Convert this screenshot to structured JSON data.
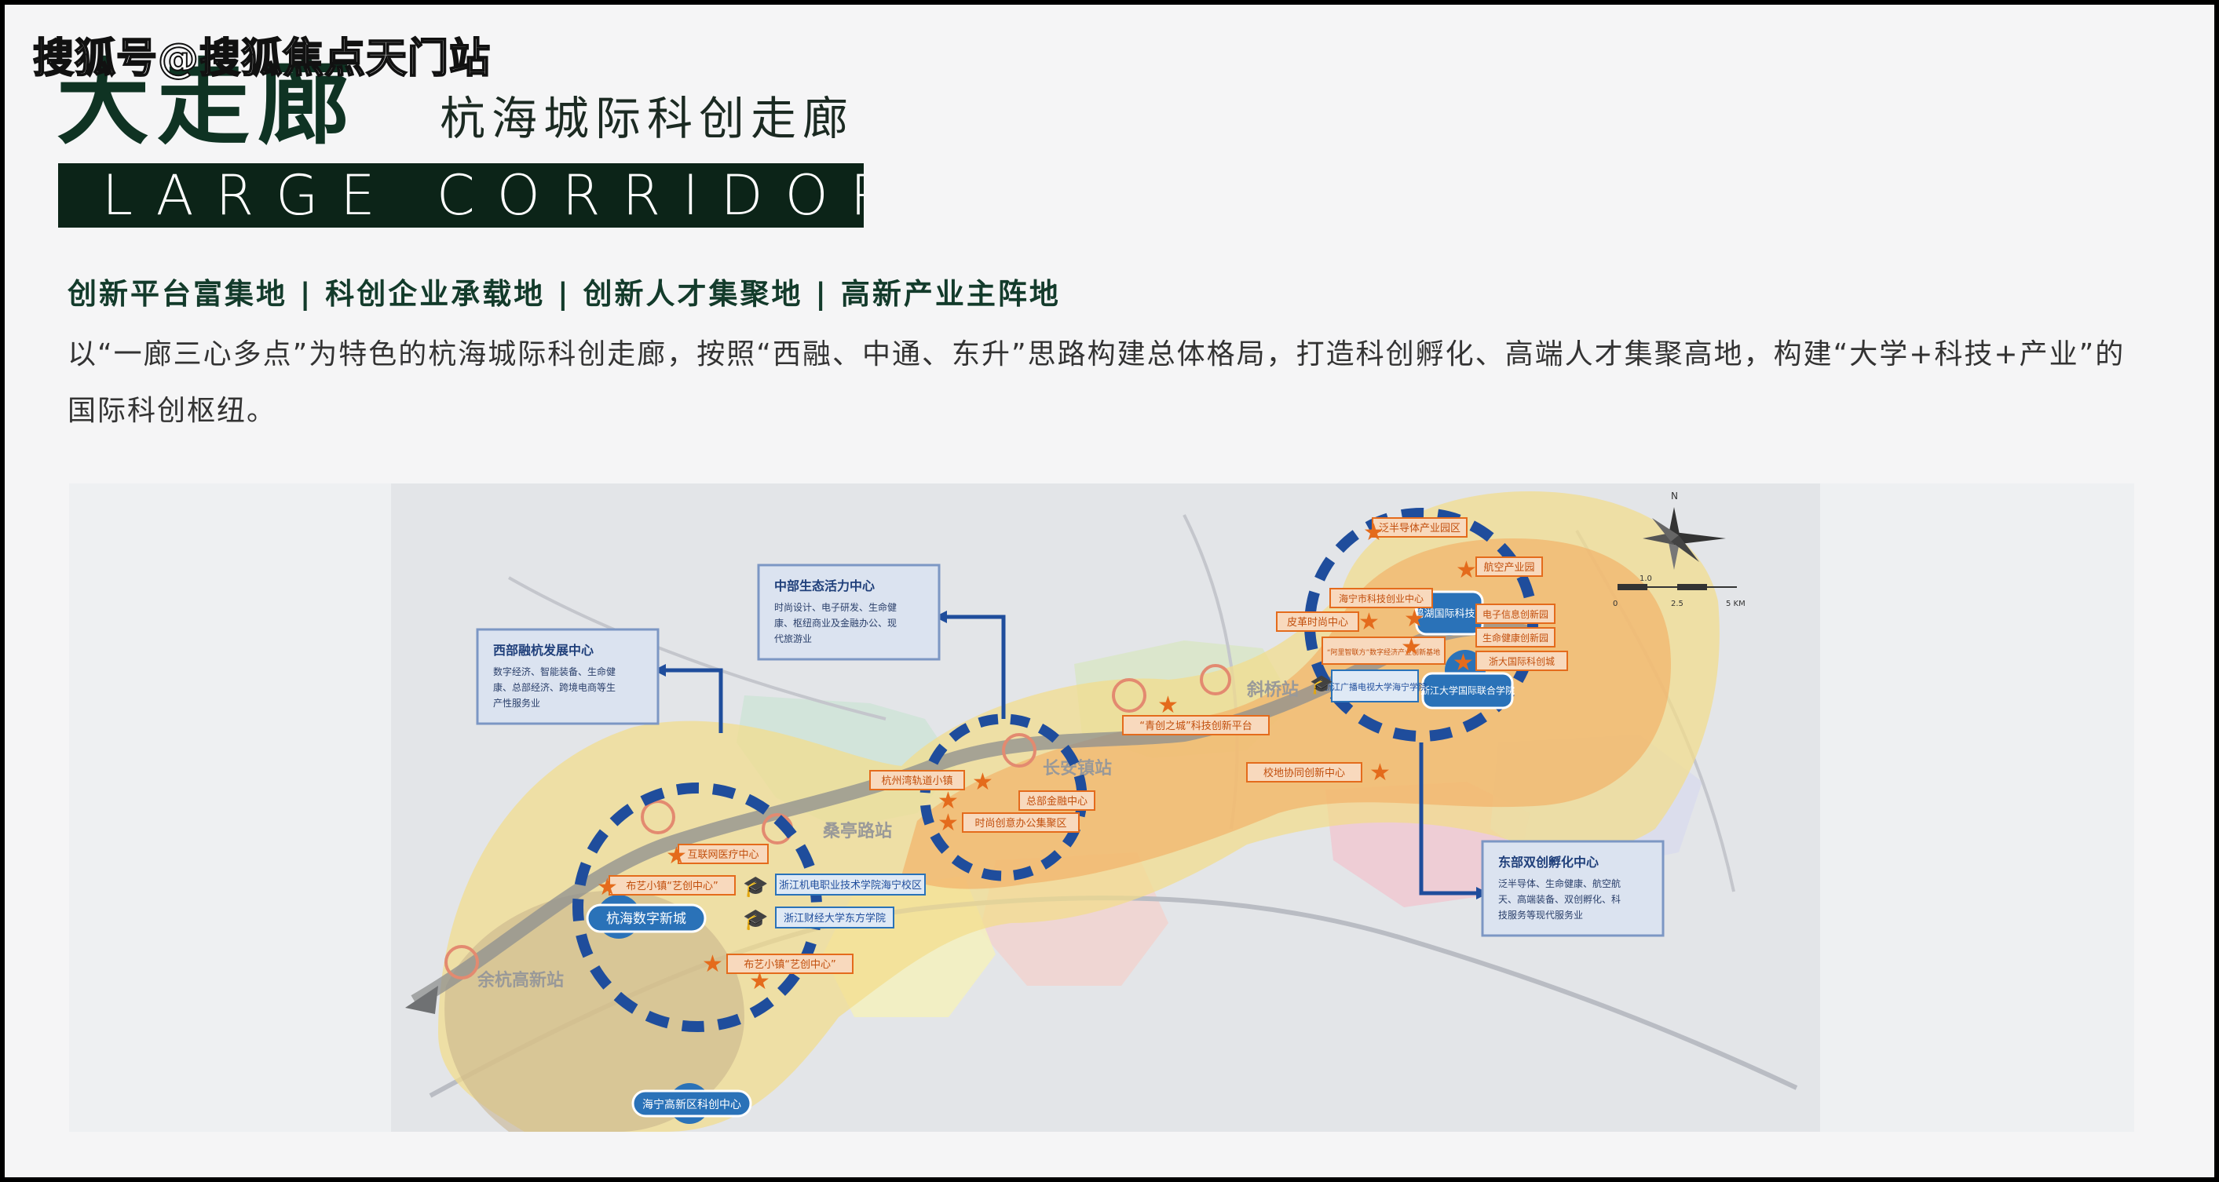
{
  "watermark": "搜狐号@搜狐焦点天门站",
  "header": {
    "title_cn": "大走廊",
    "subtitle_cn": "杭海城际科创走廊",
    "title_en": "LARGE CORRIDOR"
  },
  "tagline": "创新平台富集地 | 科创企业承载地 | 创新人才集聚地 | 高新产业主阵地",
  "description": "以“一廊三心多点”为特色的杭海城际科创走廊，按照“西融、中通、东升”思路构建总体格局，打造科创孵化、高端人才集聚高地，构建“大学+科技+产业”的国际科创枢纽。",
  "map": {
    "compass": {
      "north": "N"
    },
    "scale_bar": {
      "labels": [
        "0",
        "1.0",
        "2.5",
        "5 KM"
      ]
    },
    "centers": [
      {
        "title": "西部融杭发展中心",
        "desc": [
          "数字经济、智能装备、生命健",
          "康、总部经济、跨境电商等生",
          "产性服务业"
        ]
      },
      {
        "title": "中部生态活力中心",
        "desc": [
          "时尚设计、电子研发、生命健",
          "康、枢纽商业及金融办公、现",
          "代旅游业"
        ]
      },
      {
        "title": "东部双创孵化中心",
        "desc": [
          "泛半导体、生命健康、航空航",
          "天、高端装备、双创孵化、科",
          "技服务等现代服务业"
        ]
      }
    ],
    "blue_labels": [
      "杭海数字新城",
      "海宁高新区科创中心",
      "鹃湖国际科技城",
      "浙江大学国际联合学院",
      "浙江广播电视大学海宁学院",
      "浙江机电职业技术学院海宁校区",
      "浙江财经大学东方学院"
    ],
    "orange_labels": [
      "互联网医疗中心",
      "布艺小镇“艺创中心”",
      "布艺小镇“艺创中心”",
      "杭州湾轨道小镇",
      "总部金融中心",
      "时尚创意办公集聚区",
      "“青创之城”科技创新平台",
      "校地协同创新中心",
      "泛半导体产业园区",
      "航空产业园",
      "海宁市科技创业中心",
      "皮革时尚中心",
      "“阿里智联方”数字经济产业创新基地",
      "电子信息创新园",
      "生命健康创新园",
      "浙大国际科创城"
    ],
    "station_labels": [
      "余杭高新站",
      "桑亭路站",
      "斜桥站",
      "长安镇站"
    ],
    "colors": {
      "corridor_yellow": "#f3dc8a",
      "corridor_orange": "#f2b26a",
      "dashed_ring": "#1f4d9c",
      "orange_label": "#e46b1c",
      "blue_label": "#2a72b8"
    }
  }
}
